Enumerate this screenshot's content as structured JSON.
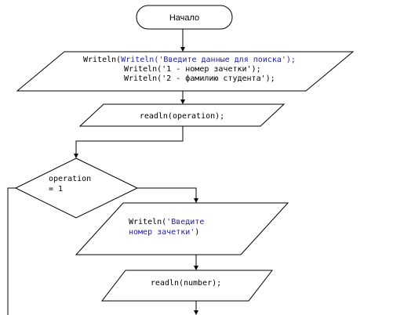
{
  "start": {
    "label": "Начало"
  },
  "output_prompt": {
    "line1": "Writeln('Введите данные для поиска');",
    "line2": "Writeln('1 - номер зачетки');",
    "line3": "Writeln('2 - фамилию студента');"
  },
  "read_operation": {
    "label": "readln(operation);"
  },
  "decision": {
    "line1": "operation",
    "line2": "= 1"
  },
  "output_number": {
    "line1_code": "Writeln(",
    "line1_str": "'Введите",
    "line2_str": "номер зачетки'",
    "line2_code": ")"
  },
  "read_number": {
    "label": "readln(number);"
  }
}
